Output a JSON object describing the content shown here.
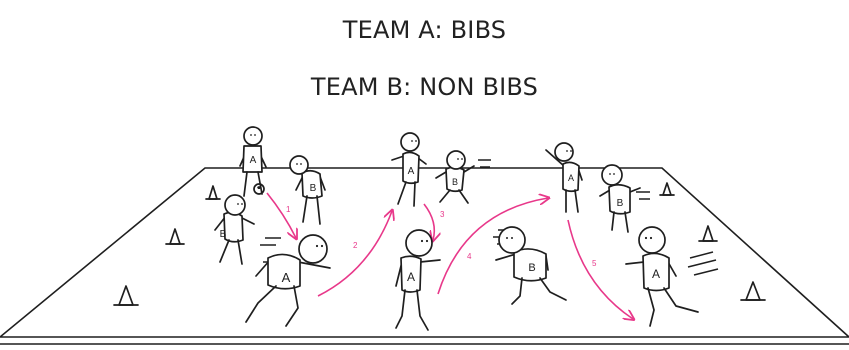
{
  "header": {
    "team_a": "TEAM A: BIBS",
    "team_b": "TEAM B: NON BIBS"
  },
  "bib_letters": {
    "team_a": "A",
    "team_b": "B"
  },
  "pass_steps": [
    "1",
    "2",
    "3",
    "4",
    "5"
  ],
  "colors": {
    "arrow": "#e8388a",
    "ink": "#1f1f1f"
  }
}
